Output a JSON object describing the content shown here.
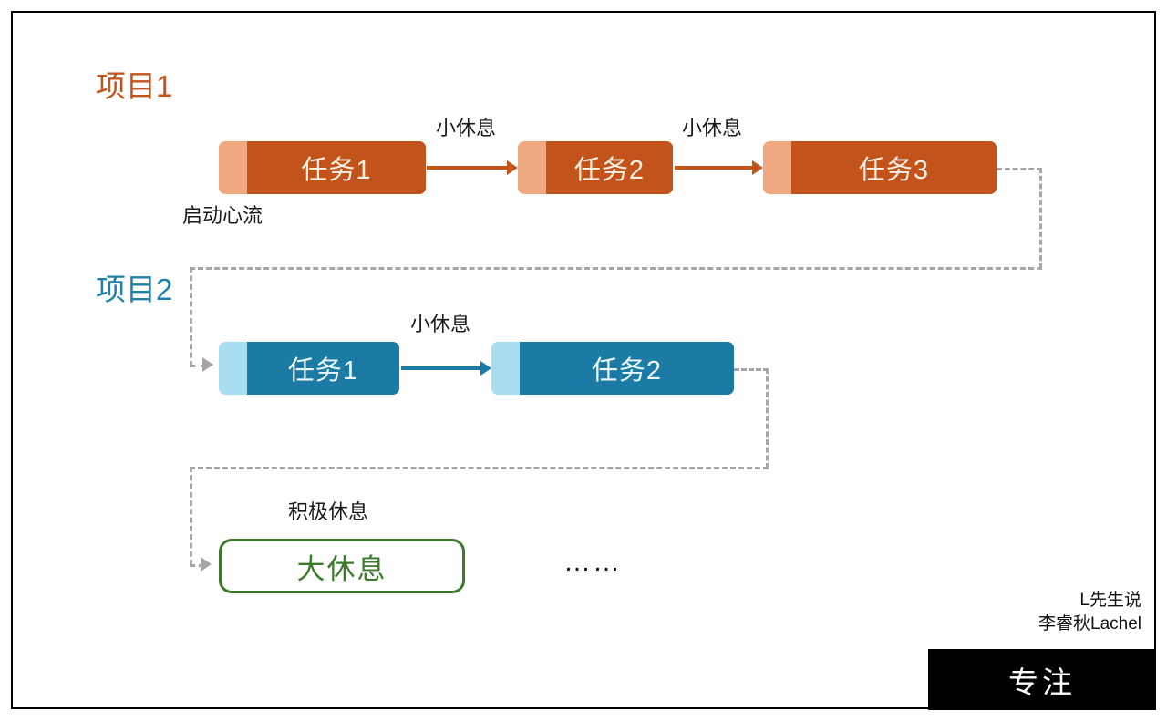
{
  "slide": {
    "projects": [
      {
        "label": "项目1",
        "color": "#C1541C",
        "tasks": [
          {
            "label": "任务1"
          },
          {
            "label": "任务2"
          },
          {
            "label": "任务3"
          }
        ],
        "break_labels": [
          "小休息",
          "小休息"
        ],
        "flow_note": "启动心流"
      },
      {
        "label": "项目2",
        "color": "#1F7FA8",
        "tasks": [
          {
            "label": "任务1"
          },
          {
            "label": "任务2"
          }
        ],
        "break_labels": [
          "小休息"
        ]
      }
    ],
    "big_rest": {
      "caption": "积极休息",
      "label": "大休息",
      "color": "#3E7A2E"
    },
    "ellipsis": "……",
    "attribution": {
      "line1": "L先生说",
      "line2": "李睿秋Lachel"
    },
    "banner": {
      "text": "专注"
    },
    "colors": {
      "orange_body": "#C2541B",
      "orange_cap": "#F0A881",
      "teal_body": "#1B7BA5",
      "teal_cap": "#A8DCF0",
      "dashed_gray": "#A6A6A6",
      "green": "#3E7A2E"
    }
  }
}
